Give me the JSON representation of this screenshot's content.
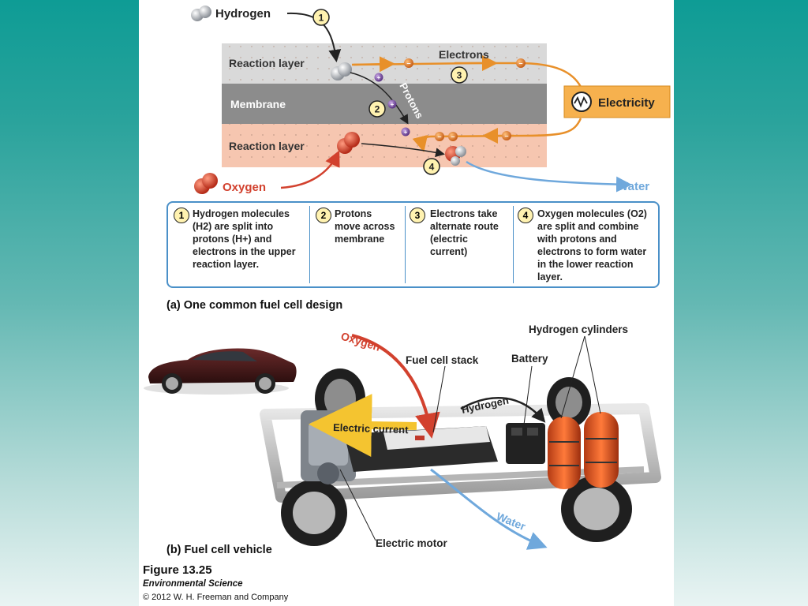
{
  "diagram": {
    "hydrogen_label": "Hydrogen",
    "oxygen_label": "Oxygen",
    "water_label": "Water",
    "electrons_label": "Electrons",
    "protons_label": "Protons",
    "electricity_label": "Electricity",
    "layers": {
      "top": "Reaction layer",
      "middle": "Membrane",
      "bottom": "Reaction layer"
    },
    "step_markers": [
      "1",
      "2",
      "3",
      "4"
    ],
    "steps": [
      {
        "number": "1",
        "text": "Hydrogen molecules\n(H2) are split into\nprotons (H+) and\nelectrons in the upper\nreaction layer."
      },
      {
        "number": "2",
        "text": "Protons\nmove across\nmembrane"
      },
      {
        "number": "3",
        "text": "Electrons take\nalternate route\n(electric\ncurrent)"
      },
      {
        "number": "4",
        "text": "Oxygen molecules (O2)\nare split and combine\nwith protons and\nelectrons to form water\nin the lower reaction\nlayer."
      }
    ],
    "caption_a": "(a) One common fuel cell design",
    "colors": {
      "reaction_top": "#d9d9d9",
      "membrane": "#8c8c8c",
      "reaction_bottom": "#f6c6b0",
      "electron": "#e8902a",
      "proton": "#7a4fa0",
      "oxygen": "#d2412e",
      "water": "#6fa8dc",
      "electricity_box": "#f6b14e"
    }
  },
  "vehicle": {
    "labels": {
      "oxygen": "Oxygen",
      "fuel_cell_stack": "Fuel cell stack",
      "battery": "Battery",
      "hydrogen_cylinders": "Hydrogen cylinders",
      "hydrogen": "Hydrogen",
      "electric_current": "Electric current",
      "water": "Water",
      "electric_motor": "Electric motor"
    },
    "caption_b": "(b) Fuel cell vehicle"
  },
  "footer": {
    "figure": "Figure 13.25",
    "book": "Environmental Science",
    "copyright": "© 2012 W. H. Freeman and Company"
  }
}
